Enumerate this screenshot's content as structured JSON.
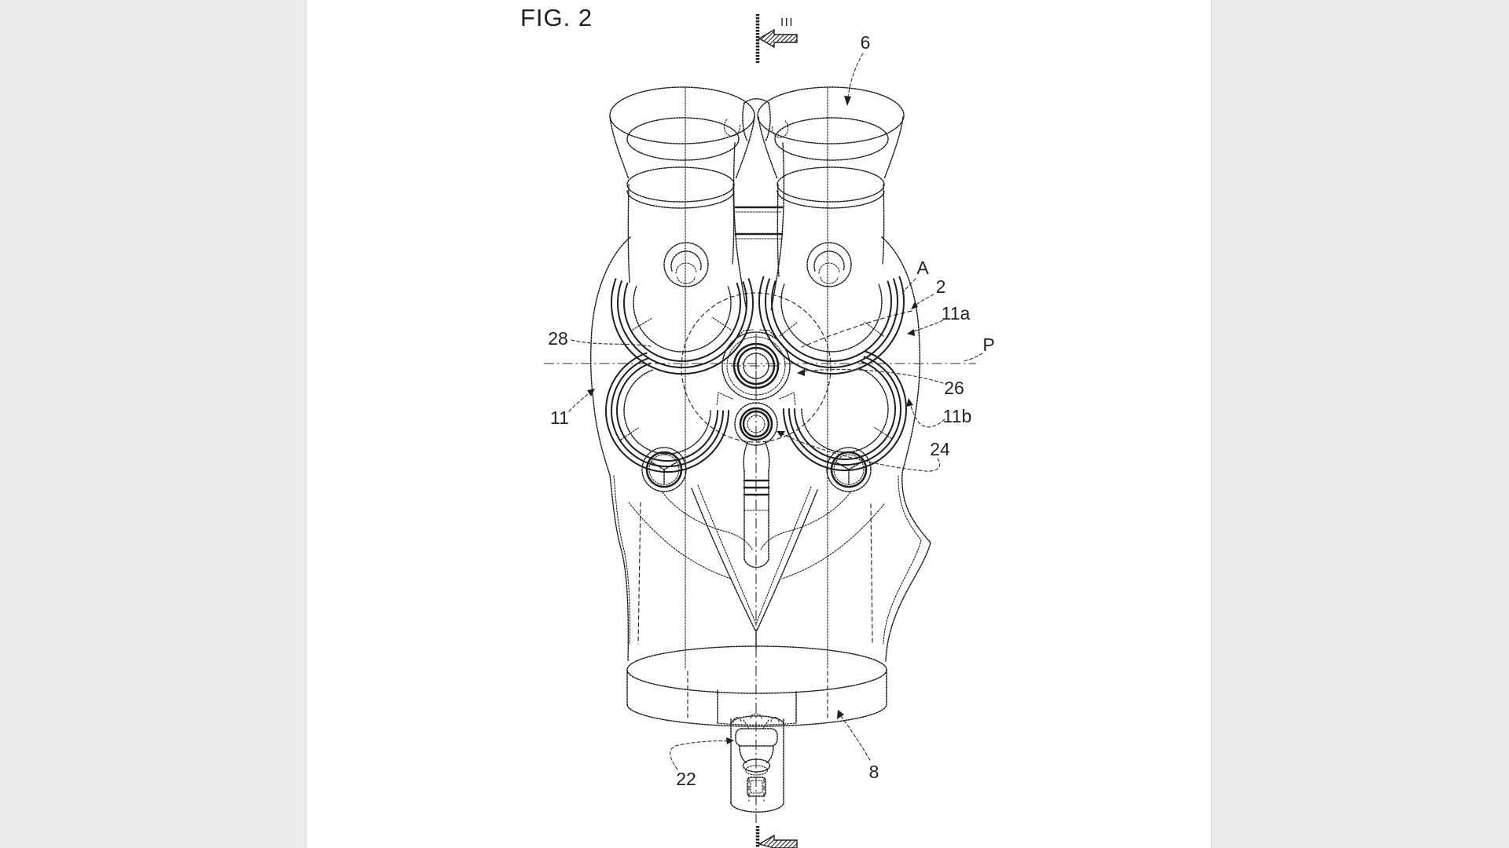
{
  "figure": {
    "title": "FIG. 2"
  },
  "section_markers": {
    "top_label": "III"
  },
  "reference_labels": {
    "n6": "6",
    "A": "A",
    "n2": "2",
    "n11a": "11a",
    "P": "P",
    "n28": "28",
    "n26": "26",
    "n11": "11",
    "n11b": "11b",
    "n24": "24",
    "n22": "22",
    "n8": "8"
  },
  "colors": {
    "background": "#ececec",
    "canvas": "#ffffff",
    "line": "#1f1f1f",
    "leader": "#3c3c3c"
  }
}
